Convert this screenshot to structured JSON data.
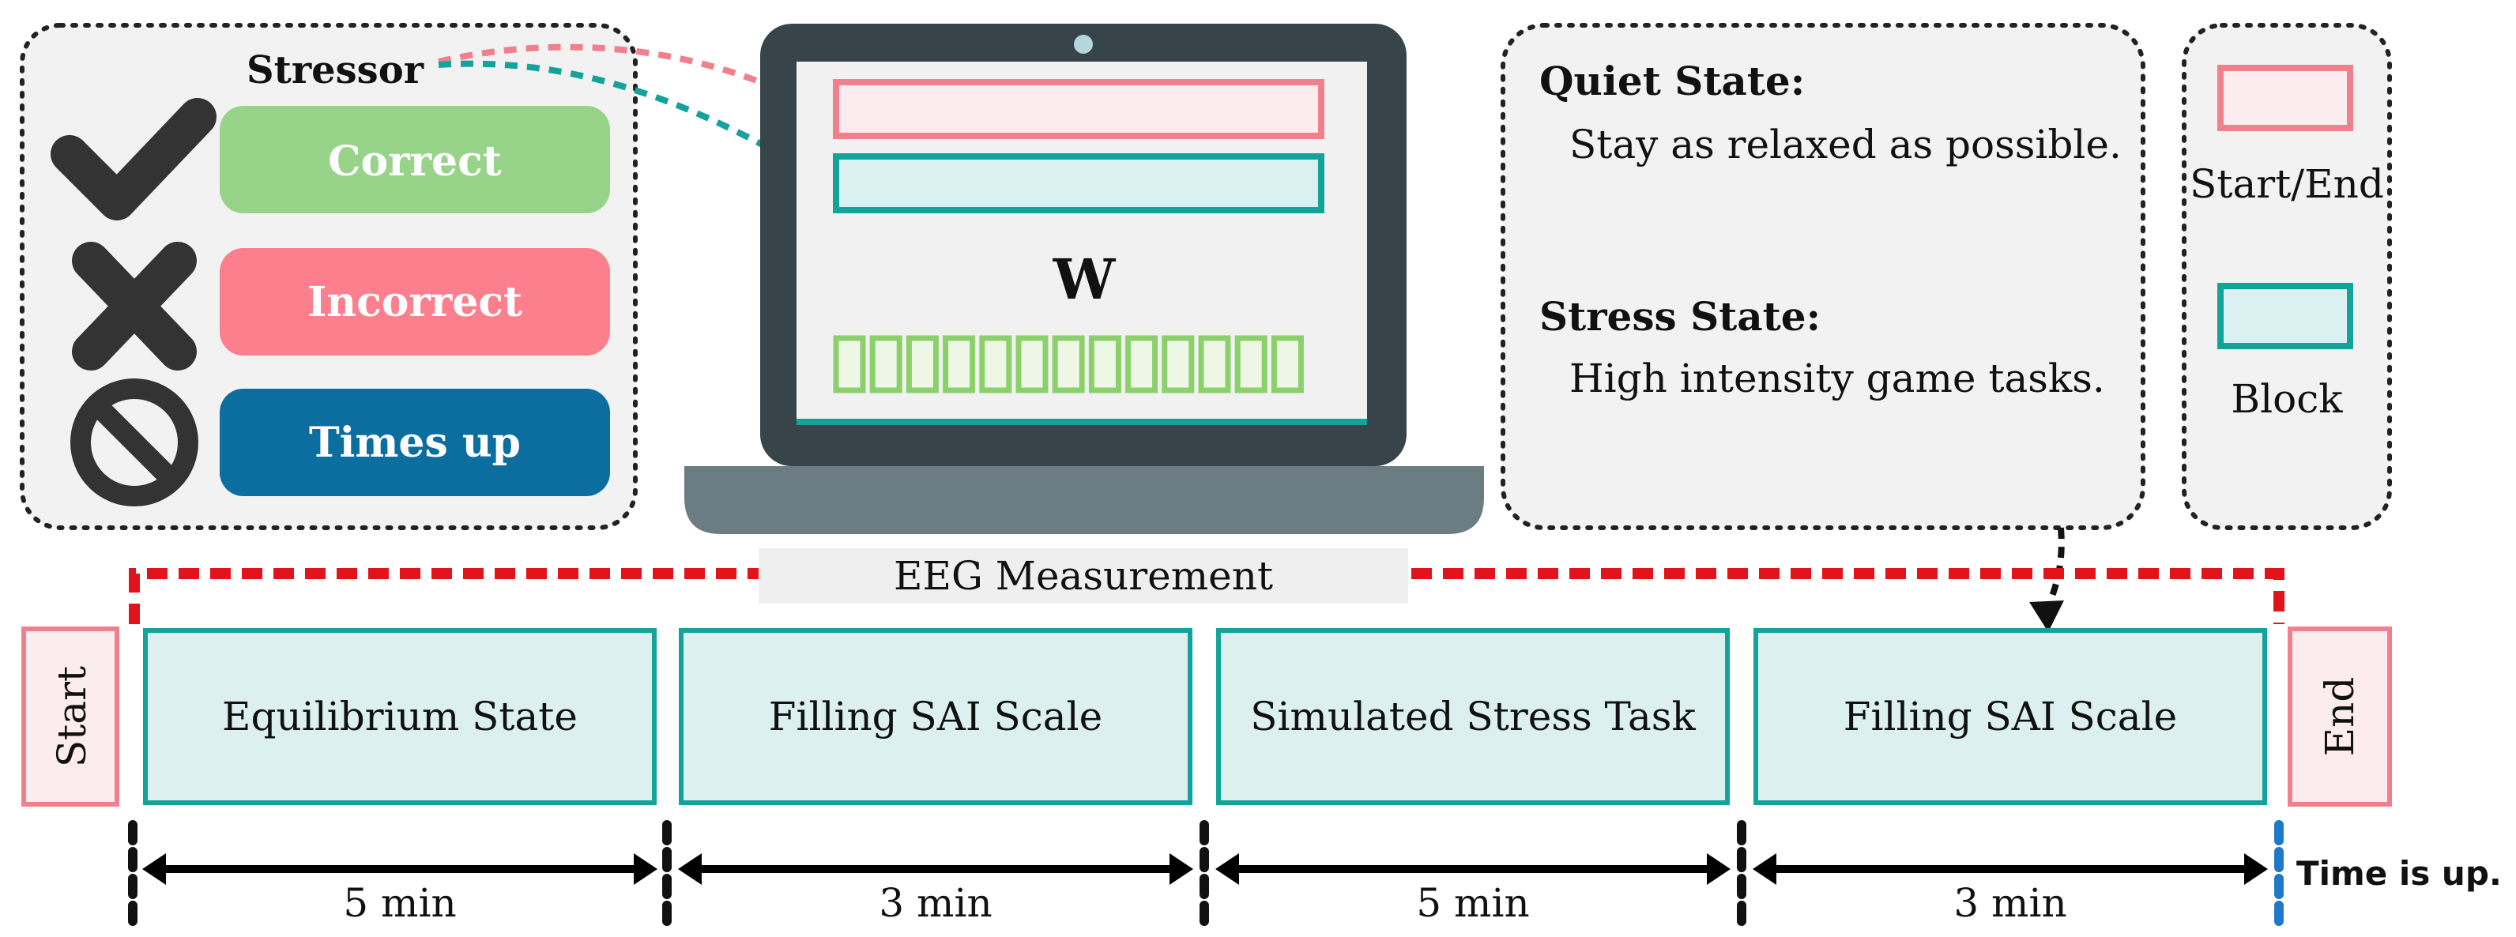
{
  "stressor_panel": {
    "title": "Stressor",
    "buttons": [
      {
        "label": "Correct",
        "icon": "check-icon",
        "color": "#97d389"
      },
      {
        "label": "Incorrect",
        "icon": "cross-icon",
        "color": "#fb7f8d"
      },
      {
        "label": "Times up",
        "icon": "prohibited-icon",
        "color": "#0b6e9f"
      }
    ]
  },
  "laptop": {
    "word": "W",
    "answer_box_count": 13,
    "colors": {
      "frame": "#374449",
      "base": "#6b7c83",
      "startend_bar": "#fcebee",
      "block_bar": "#dbf0f0"
    }
  },
  "instructions": {
    "quiet_title": "Quiet State:",
    "quiet_text": "Stay as relaxed as possible.",
    "stress_title": "Stress State:",
    "stress_text": "High intensity game tasks."
  },
  "legend": {
    "start_end_label": "Start/End",
    "block_label": "Block"
  },
  "measurement_label": "EEG Measurement",
  "timeline": {
    "start_label": "Start",
    "end_label": "End",
    "blocks": [
      {
        "label": "Equilibrium State",
        "duration": "5 min"
      },
      {
        "label": "Filling SAI Scale",
        "duration": "3 min"
      },
      {
        "label": "Simulated Stress Task",
        "duration": "5 min"
      },
      {
        "label": "Filling SAI Scale",
        "duration": "3 min"
      }
    ],
    "end_note": "Time is up."
  },
  "colors": {
    "teal": "#14a39a",
    "block_fill": "#dcf0f0",
    "pink": "#f0818c",
    "startend_fill": "#fdecef",
    "red_dashed": "#e3131b",
    "blue_marker": "#1f78c8",
    "panel_fill": "#f2f2f2"
  }
}
